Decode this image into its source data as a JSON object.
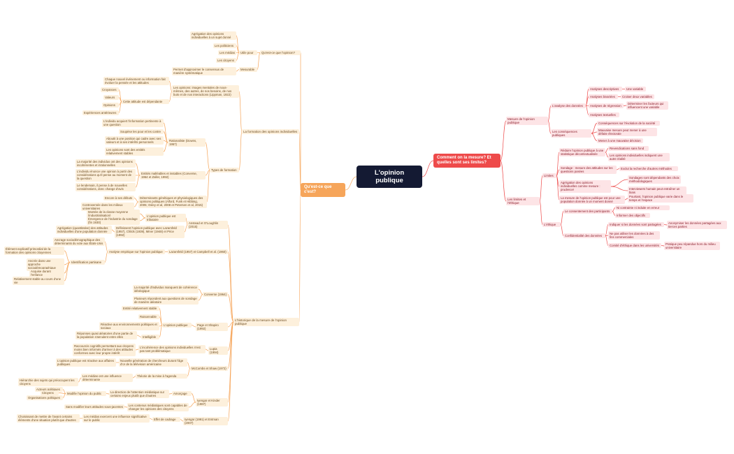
{
  "mindmap": {
    "root": "L'opinion publique",
    "left_branch": {
      "title": "Qu'est-ce que c'est?",
      "quest": {
        "title": "Qu'est-ce que l'opinion?",
        "utile": "Utile pour",
        "agregation": "Agrégation des opinions individuelles à un sujet donné",
        "politiciens": "Les politiciens",
        "medias": "Les médias",
        "citoyens": "Les citoyens",
        "mesurable": "Mesurable",
        "permet": "Permet d'approximer le consensus de manière systématique"
      },
      "formation": {
        "title": "La formation des opinions individuelles",
        "lipp": "Les opinions: images mentales de nous-mêmes, des autres, de nos besoins, de nos buts et de nos interactions (Lippman, 1922)",
        "chaque": "Chaque nouvel événement ou information fait évoluer la pensée et les attitudes",
        "attitude": "Cette attitude est dépendante",
        "croyances": "Croyances",
        "valeurs": "Valeurs",
        "opinions": "Opinions",
        "experiences": "Expériences antérieures",
        "types": "Types de formation",
        "rationaliste": "Rationaliste (Downs, 1957)",
        "r1": "L'individu acquiert l'information pertinente à une question",
        "r2": "Soupèse les pour et les contre",
        "r3": "Aboutit à une position qui cadre avec ses valeurs et à ses intérêts personnels",
        "r4": "Les opinions sont des entités relativement stables",
        "entites": "Entités malléables et instables (Converse, 1964 et Zaller, 1992)",
        "e1": "La majorité des individus ont des opinions incohérentes et irrationnelles",
        "e2": "L'individu énonce une opinion à partir des considérations qu'il pense au moment de la question",
        "e3": "Le lendemain, il pense à de nouvelles considérations, donc change d'avis",
        "determinants": "Déterminants génétiques et physiologiques des opinions politiques (Alford, Funk et Hibbing, 2005; Oxley et al, 2008 et Petersen et al, 2015)",
        "d1": "Encore à ses débuts",
        "d2": "Controversée dans les milieux universitaires"
      },
      "historique": {
        "title": "L'historique de la mesure de l'opinion publique",
        "anstead": "Anstead et O'Loughlin (2015)",
        "a1": "L'opinion publique est tributaire",
        "a1a": "Montée de la classe moyenne (industrialisation)",
        "a1b": "Émergence de l'industrie du sondage (fin 1930)",
        "a2": "Définissent l'opinion publique avec Lazarsfeld (1957), Childs (1939), Miner (1948) et Price (1992)",
        "a2a": "Agrégation (quantitative) des attitudes individuelles d'une population donnée",
        "lazarsfeld": "Lazarsfeld (1957) et Campbell et al. (1960)",
        "l1": "Analyse empirique sur l'opinion publique",
        "l1a": "Ancrage sociodémographique des déterminants du vote aux États-Unis",
        "l1b": "Identification partisane",
        "l1b1": "Élément explicatif primordial de la formation des opinions citoyennes",
        "l1b2": "Ancrée dans une approche sociodémographique",
        "l1b3": "Acquise durant l'enfance",
        "l1b4": "Relativement stable au cours d'une vie",
        "converse": "Converse (1964)",
        "c1": "La majorité d'individus manquent de cohérence idéologique",
        "c2": "Plusieurs répondent aux questions de sondage de manière aléatoire",
        "page": "Page et Shapiro (1992)",
        "p1": "L'opinion publique",
        "p1a": "Entité relativement stable",
        "p1b": "Raisonnable",
        "p1c": "Réactive aux environnements politiques et sociaux",
        "p1d": "Intelligible",
        "p1d1": "Réponses quasi aléatoires d'une partie de la population s'annulent entre elles",
        "lupia": "Lupia (1994)",
        "lu1": "L'incohérence des opinions individuelles n'est pas tant problématique",
        "lu1a": "Raccourcis cognitifs permettant aux citoyens moins bien informés d'arriver à des attitudes conformes avec leur propre intérêt",
        "mccombs": "McCombs et Shaw (1972)",
        "m1": "Nouvelle génération de chercheurs durant l'âge d'or de la télévision américaine",
        "m1a": "L'opinion publique est réactive aux affaires publiques",
        "m2": "Théorie de la mise à l'agenda",
        "m2a": "Les médias ont une influence déterminante",
        "m2a1": "Hiérarchie des sujets qui préoccupent les citoyens",
        "iyengar": "Iyengar et Kinder (1987)",
        "i1": "Amorçage",
        "i1a": "La direction de l'attention médiatique sur certains enjeux plutôt que d'autres",
        "i1a1": "Modifie l'opinion du public",
        "i1a1a": "Acteurs politiques",
        "i1a1b": "Citoyens",
        "i1a1c": "Organisations politiques",
        "i1b": "Les contenus médiatiques sont capables de changer les opinions des citoyens",
        "i1b1": "Sans modifier leurs attitudes sous-jacentes",
        "zaller2": "Iyengar (1991) et Entman (2007)",
        "z1": "Effet de cadrage",
        "z1a": "Les médias exercent une influence significative sur le public",
        "z1a1": "Choisissant de mettre de l'avant certains éléments d'une situation plutôt que d'autres"
      }
    },
    "right_branch": {
      "title": "Comment on la mesure? Et quelles sont ses limites?",
      "mesure": {
        "title": "Mesure de l'opinion publique",
        "analyse": "L'analyse des données",
        "desc": "Analyses descriptives",
        "desc1": "Une variable",
        "biv": "Analyses bivariées",
        "biv1": "Croiser deux variables",
        "reg": "Analyses de régression",
        "reg1": "Déterminer les facteurs qui influencent une variable",
        "text": "Analyses textuelles",
        "cons": "Les conséquences publiques",
        "cons1": "Conséquences sur l'évolution de la société",
        "cons2": "Mauvaise mesure peut mener à une défaite électorale",
        "cons3": "Mener à une mauvaise décision"
      },
      "limites": {
        "title": "Les limites et l'éthique",
        "lim": "Limites",
        "lim1": "Réduire l'opinion publique à une statistique décontextualisée",
        "lim1a": "Revendications sans fond",
        "lim1b": "Les opinions individuelles indiquent une autre réalité",
        "lim2": "Sondage : mesure des attitudes sur les questions posées",
        "lim2a": "Exclut la recherche d'autres méthodes",
        "lim3": "Agrégation des opinions individuelles comme mesure : prudence!",
        "lim3a": "Sondages sont dépendants des choix méthodologiques",
        "lim3b": "Interviewers humain peut entraîner un biais",
        "lim4": "La mesure de l'opinion publique est pour une population donnée à un moment donné",
        "lim4a": "Pourtant, l'opinion publique varie dans le temps et l'espace",
        "eth": "L'éthique",
        "eth1": "Le consentement des participants",
        "eth1a": "Ni contrainte ni induite en erreur",
        "eth1b": "Informer des objectifs",
        "eth2": "Confidentialité des données",
        "eth2a": "Indiquer si les données sont partagées",
        "eth2a1": "Anonymiser les données partagées aux tierces parties",
        "eth2b": "Ne pas utiliser les données à des fins commerciales",
        "eth2c": "Comité d'éthique dans les universités",
        "eth2c1": "Pratique peu répandue hors du milieu universitaire"
      }
    }
  },
  "colors": {
    "root": "#141a33",
    "left_accent": "#f6a55a",
    "right_accent": "#ee4a4a",
    "left_node_bg": "#fdf0dc",
    "right_node_bg": "#fde4e6"
  }
}
